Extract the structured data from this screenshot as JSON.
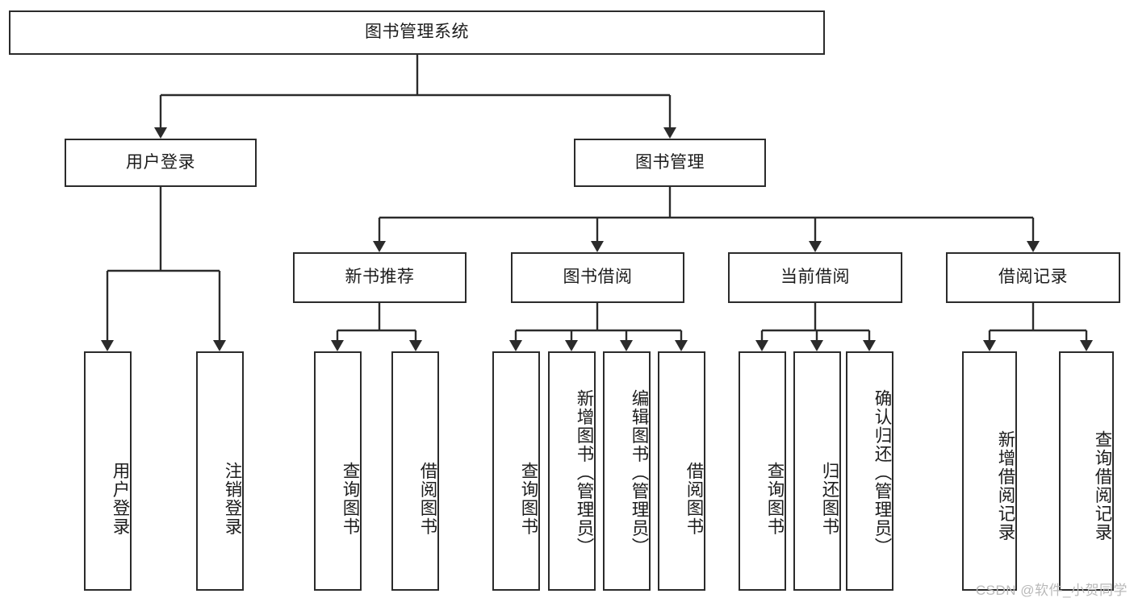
{
  "diagram": {
    "type": "tree-hierarchy",
    "title_node": {
      "label": "图书管理系统",
      "level": 0
    },
    "level1": [
      {
        "id": "user-login",
        "label": "用户登录"
      },
      {
        "id": "book-management",
        "label": "图书管理"
      }
    ],
    "level2": [
      {
        "id": "new-book-recommend",
        "label": "新书推荐",
        "parent": "book-management"
      },
      {
        "id": "book-borrow",
        "label": "图书借阅",
        "parent": "book-management"
      },
      {
        "id": "current-borrow",
        "label": "当前借阅",
        "parent": "book-management"
      },
      {
        "id": "borrow-record",
        "label": "借阅记录",
        "parent": "book-management"
      }
    ],
    "leaves": {
      "user-login": [
        {
          "id": "leaf-user-login",
          "label": "用户登录"
        },
        {
          "id": "leaf-logout-login",
          "label": "注销登录"
        }
      ],
      "new-book-recommend": [
        {
          "id": "leaf-query-book-1",
          "label": "查询图书"
        },
        {
          "id": "leaf-borrow-book-1",
          "label": "借阅图书"
        }
      ],
      "book-borrow": [
        {
          "id": "leaf-query-book-2",
          "label": "查询图书"
        },
        {
          "id": "leaf-add-book-admin",
          "label": "新增图书（管理员）"
        },
        {
          "id": "leaf-edit-book-admin",
          "label": "编辑图书（管理员）"
        },
        {
          "id": "leaf-borrow-book-2",
          "label": "借阅图书"
        }
      ],
      "current-borrow": [
        {
          "id": "leaf-query-book-3",
          "label": "查询图书"
        },
        {
          "id": "leaf-return-book",
          "label": "归还图书"
        },
        {
          "id": "leaf-confirm-return-admin",
          "label": "确认归还（管理员）"
        }
      ],
      "borrow-record": [
        {
          "id": "leaf-add-borrow-record",
          "label": "新增借阅记录"
        },
        {
          "id": "leaf-query-borrow-record",
          "label": "查询借阅记录"
        }
      ]
    }
  },
  "watermark": {
    "text": "CSDN @软件_小贺同学"
  },
  "colors": {
    "stroke": "#2b2b2b",
    "text": "#1c1c1c",
    "background": "#ffffff",
    "watermark": "#b9b9b9"
  }
}
